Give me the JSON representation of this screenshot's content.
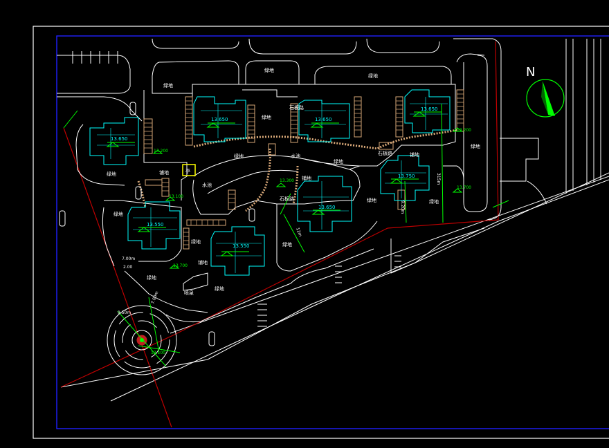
{
  "north_label": "N",
  "elevations": {
    "b1": "13.650",
    "b2": "13.650",
    "b3": "13.650",
    "b4": "13.650",
    "b5": "13.750",
    "b6": "13.650",
    "b7": "13.550",
    "b8": "13.550",
    "spot1": "13.200",
    "spot2": "13.300",
    "spot3": "13.100",
    "spot4": "13.200",
    "spot5": "13.700",
    "spot6": "13.700",
    "spot7": "13.100"
  },
  "labels": {
    "green": "绿地",
    "paving": "铺地",
    "water": "水池",
    "stone_road": "石板路",
    "pavilion": "亭",
    "fountain": "喷泉",
    "dim1": "315m",
    "dim2": "9.20m",
    "dim3": "12m",
    "dim4": "7.00m",
    "dim5": "9.50m",
    "dim6": "7.00m",
    "dim7": "2.00"
  },
  "colors": {
    "background": "#000000",
    "border_blue": "#2020ff",
    "road_red": "#c00000",
    "dim_green": "#00ff00",
    "building_cyan": "#00ffff",
    "stair_tan": "#d8a878",
    "highlight_yellow": "#ffff00"
  }
}
